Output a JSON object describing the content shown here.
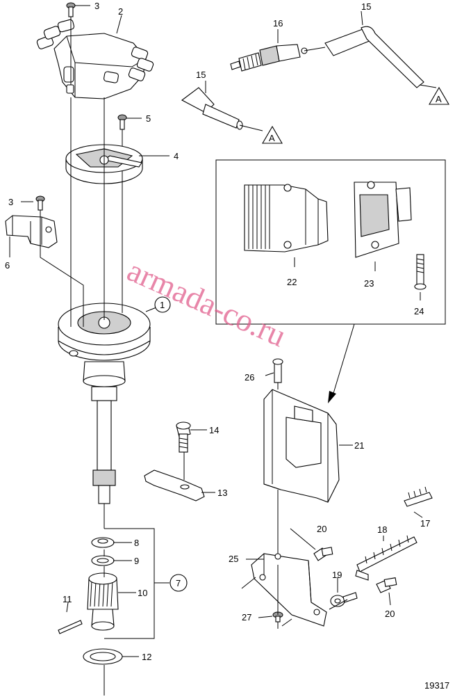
{
  "diagram_id": "19317",
  "watermark": "armada-co.ru",
  "reference_marker": "A",
  "callouts": {
    "c1": "1",
    "c2": "2",
    "c3a": "3",
    "c3b": "3",
    "c4": "4",
    "c5": "5",
    "c6": "6",
    "c7": "7",
    "c8": "8",
    "c9": "9",
    "c10": "10",
    "c11": "11",
    "c12": "12",
    "c13": "13",
    "c14": "14",
    "c15a": "15",
    "c15b": "15",
    "c16": "16",
    "c17": "17",
    "c18": "18",
    "c19": "19",
    "c20a": "20",
    "c20b": "20",
    "c21": "21",
    "c22": "22",
    "c23": "23",
    "c24": "24",
    "c25": "25",
    "c26": "26",
    "c27": "27"
  }
}
